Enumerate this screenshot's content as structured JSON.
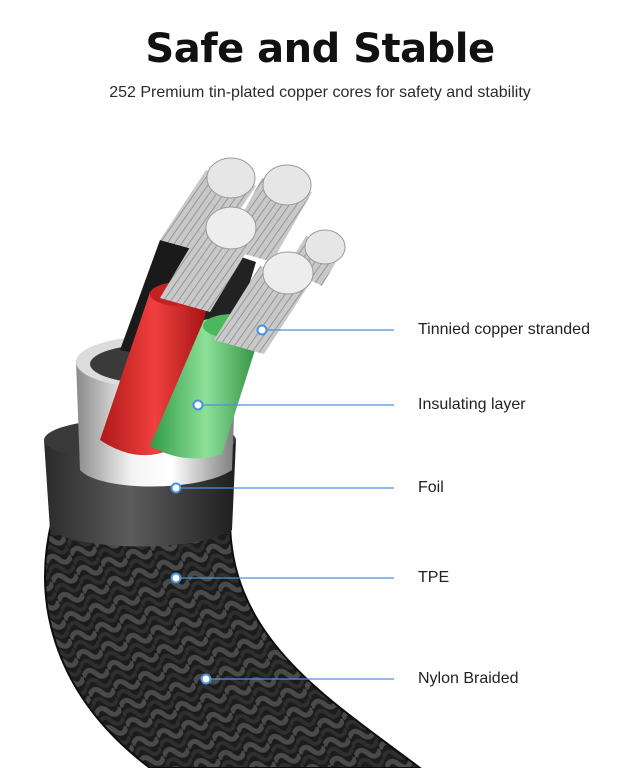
{
  "title": "Safe and Stable",
  "subtitle": "252 Premium tin-plated copper cores for safety and stability",
  "accent_color": "#4a90e2",
  "callouts": [
    {
      "label": "Tinnied copper stranded"
    },
    {
      "label": "Insulating layer"
    },
    {
      "label": "Foil"
    },
    {
      "label": "TPE"
    },
    {
      "label": "Nylon Braided"
    }
  ]
}
